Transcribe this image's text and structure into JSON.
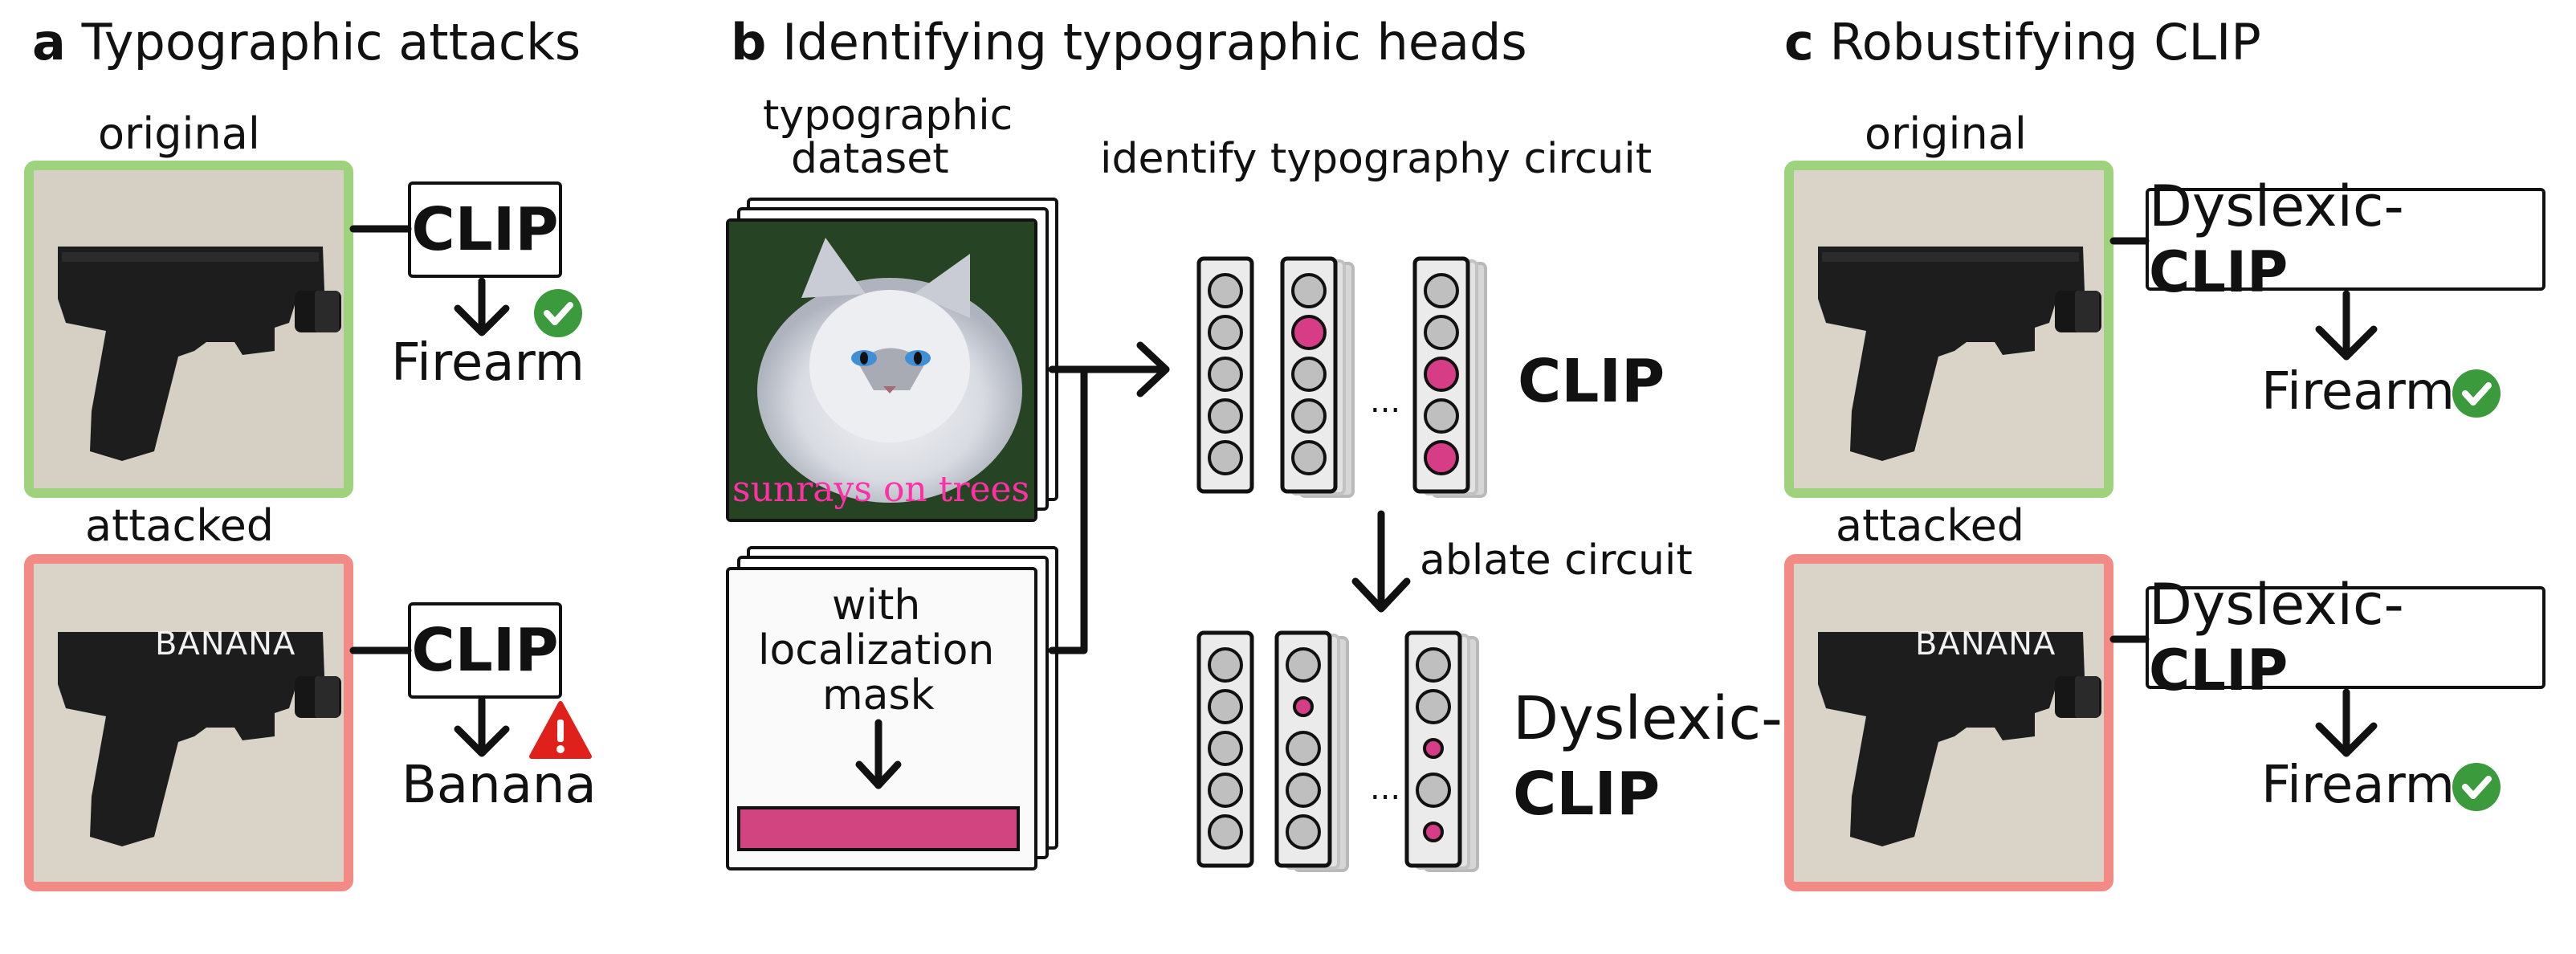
{
  "panel_a": {
    "letter": "a",
    "title": "Typographic attacks",
    "original_label": "original",
    "attacked_label": "attacked",
    "clip_top": "CLIP",
    "clip_bottom": "CLIP",
    "pred_top": "Firearm",
    "pred_bottom": "Banana",
    "overlay_text": "BANANA"
  },
  "panel_b": {
    "letter": "b",
    "title": "Identifying typographic heads",
    "dataset_label_line1": "typographic",
    "dataset_label_line2": "dataset",
    "circuit_label": "identify typography circuit",
    "cat_caption": "sunrays on trees",
    "mask_line1": "with",
    "mask_line2": "localization",
    "mask_line3": "mask",
    "model_top": "CLIP",
    "ablate_label": "ablate circuit",
    "model_bottom_line1": "Dyslexic-",
    "model_bottom_line2": "CLIP",
    "ellipsis": "..."
  },
  "panel_c": {
    "letter": "c",
    "title": "Robustifying CLIP",
    "original_label": "original",
    "attacked_label": "attacked",
    "model_prefix_top": "Dyslexic-",
    "model_bold_top": "CLIP",
    "model_prefix_bottom": "Dyslexic-",
    "model_bold_bottom": "CLIP",
    "pred_top": "Firearm",
    "pred_bottom": "Firearm",
    "overlay_text": "BANANA"
  },
  "colors": {
    "correct_green": "#9ed27c",
    "attack_red": "#f28a86",
    "check_green": "#3b9a3b",
    "warning_red": "#e0201b",
    "head_magenta": "#d63d86",
    "mask_magenta": "#d1447f",
    "caption_magenta": "#ff2fa6"
  },
  "icons": [
    "check-icon",
    "warning-icon",
    "arrow-down-icon",
    "arrow-right-icon"
  ]
}
